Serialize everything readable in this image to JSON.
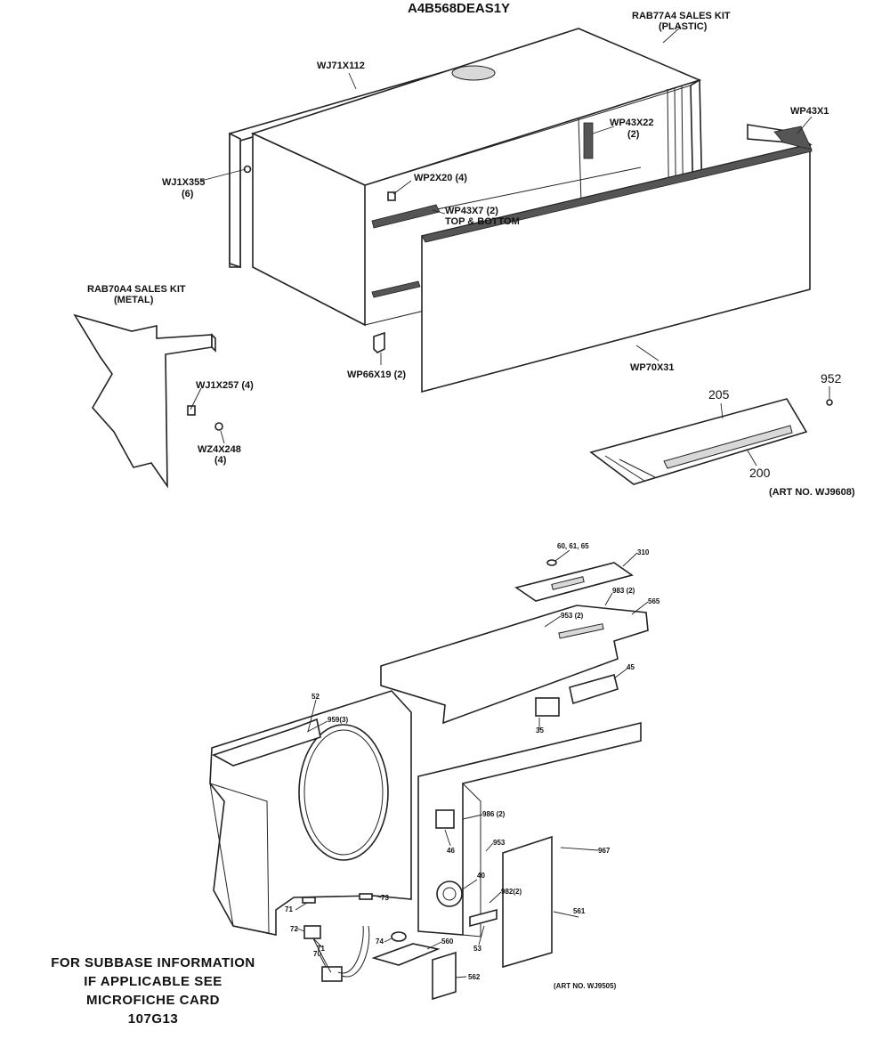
{
  "title": "A4B568DEAS1Y",
  "labels": {
    "rab77a4_kit": "RAB77A4 SALES KIT",
    "rab77a4_plastic": "(PLASTIC)",
    "wj71x112": "WJ71X112",
    "wp43x22": "WP43X22",
    "wp43x22_qty": "(2)",
    "wp43x1": "WP43X1",
    "wj1x355": "WJ1X355",
    "wj1x355_qty": "(6)",
    "wp2x20": "WP2X20 (4)",
    "wp43x7": "WP43X7 (2)",
    "wp43x7_note": "TOP & BOTTOM",
    "rab70a4_kit": "RAB70A4 SALES KIT",
    "rab70a4_metal": "(METAL)",
    "wp66x19": "WP66X19 (2)",
    "wp70x31": "WP70X31",
    "wj1x257": "WJ1X257 (4)",
    "wz4x248": "WZ4X248",
    "wz4x248_qty": "(4)",
    "p952": "952",
    "p205": "205",
    "p200": "200",
    "art_top": "(ART NO. WJ9608)",
    "p60_61_65": "60, 61, 65",
    "p310": "310",
    "p983": "983 (2)",
    "p953_2": "953 (2)",
    "p565": "565",
    "p45": "45",
    "p52": "52",
    "p959": "959(3)",
    "p35": "35",
    "p986": "986 (2)",
    "p46": "46",
    "p953": "953",
    "p967": "967",
    "p40": "40",
    "p982": "982(2)",
    "p561": "561",
    "p71a": "71",
    "p73": "73",
    "p72": "72",
    "p71b": "71",
    "p74": "74",
    "p560": "560",
    "p53": "53",
    "p70": "70",
    "p562": "562",
    "art_bottom": "(ART NO. WJ9505)"
  },
  "note": {
    "line1": "FOR SUBBASE INFORMATION",
    "line2": "IF APPLICABLE SEE",
    "line3": "MICROFICHE CARD",
    "line4": "107G13"
  }
}
